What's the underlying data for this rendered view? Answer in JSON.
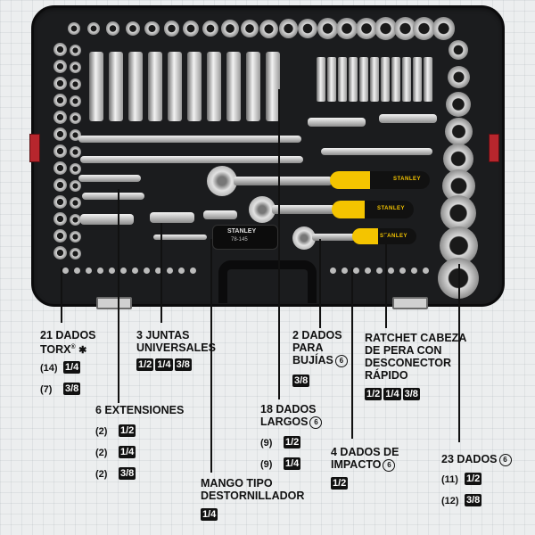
{
  "illustration": {
    "handle_brand": "STANLEY",
    "handle_model": "78-145",
    "ratchet_grip_brand": "STANLEY"
  },
  "callouts": {
    "torx": {
      "title_line1": "21 DADOS",
      "title_line2": "TORX",
      "registered": "®",
      "star_icon": "torx-star-icon",
      "rows": [
        {
          "count": "(14)",
          "size": "1/4"
        },
        {
          "count": "(7)",
          "size": "3/8"
        }
      ]
    },
    "joints": {
      "title_line1": "3 JUNTAS",
      "title_line2": "UNIVERSALES",
      "sizes": [
        "1/2",
        "1/4",
        "3/8"
      ]
    },
    "extensions": {
      "title": "6 EXTENSIONES",
      "rows": [
        {
          "count": "(2)",
          "size": "1/2"
        },
        {
          "count": "(2)",
          "size": "1/4"
        },
        {
          "count": "(2)",
          "size": "3/8"
        }
      ]
    },
    "spark": {
      "title_line1": "2 DADOS",
      "title_line2": "PARA",
      "title_line3": "BUJÍAS",
      "badge": "6",
      "size": "3/8"
    },
    "ratchet": {
      "title_line1": "RATCHET CABEZA",
      "title_line2": "DE PERA CON",
      "title_line3": "DESCONECTOR",
      "title_line4": "RÁPIDO",
      "sizes": [
        "1/2",
        "1/4",
        "3/8"
      ]
    },
    "long": {
      "title_line1": "18 DADOS",
      "title_line2": "LARGOS",
      "badge": "6",
      "rows": [
        {
          "count": "(9)",
          "size": "1/2"
        },
        {
          "count": "(9)",
          "size": "1/4"
        }
      ]
    },
    "impact": {
      "title_line1": "4 DADOS DE",
      "title_line2": "IMPACTO",
      "badge": "6",
      "size": "1/2"
    },
    "screwdriver": {
      "title_line1": "MANGO TIPO",
      "title_line2": "DESTORNILLADOR",
      "size": "1/4"
    },
    "dados23": {
      "title": "23 DADOS",
      "badge": "6",
      "rows": [
        {
          "count": "(11)",
          "size": "1/2"
        },
        {
          "count": "(12)",
          "size": "3/8"
        }
      ]
    }
  },
  "colors": {
    "case": "#1b1c1e",
    "grip_yellow": "#f4c400",
    "hinge_red": "#b7262d"
  }
}
